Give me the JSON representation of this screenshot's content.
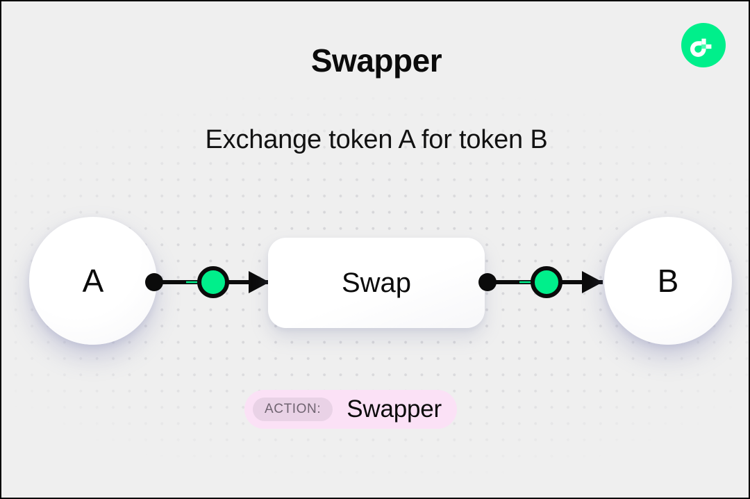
{
  "header": {
    "title": "Swapper",
    "subtitle": "Exchange token A for token B",
    "logo_icon": "flow-logo-icon",
    "logo_color": "#00EF8B"
  },
  "diagram": {
    "nodes": [
      {
        "id": "a",
        "label": "A",
        "shape": "circle"
      },
      {
        "id": "swap",
        "label": "Swap",
        "shape": "rounded-rect"
      },
      {
        "id": "b",
        "label": "B",
        "shape": "circle"
      }
    ],
    "connectors": [
      {
        "from": "a",
        "to": "swap",
        "marker": "arrow",
        "handle_color": "#00EF8B",
        "dot_color": "#000000"
      },
      {
        "from": "swap",
        "to": "b",
        "marker": "arrow",
        "handle_color": "#00EF8B",
        "dot_color": "#000000"
      }
    ]
  },
  "action_badge": {
    "label": "ACTION:",
    "value": "Swapper",
    "background": "#FBE1F6",
    "label_background": "#E9D2E6"
  },
  "theme": {
    "canvas_background": "#EFEFEF",
    "dot_color": "#D6D6D9",
    "accent_green": "#00EF8B",
    "text_color": "#0B0B0B"
  }
}
